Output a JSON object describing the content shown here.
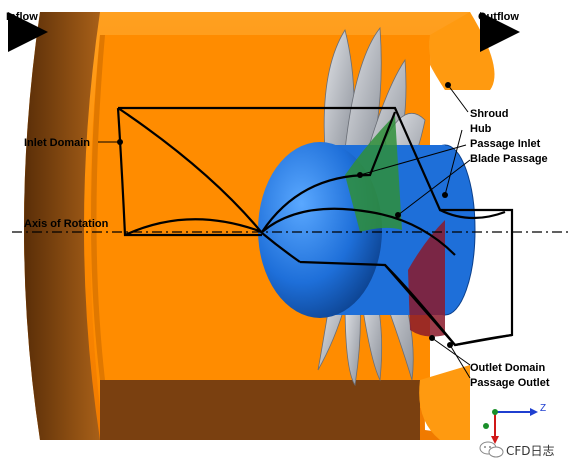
{
  "labels": {
    "inflow": "Inflow",
    "outflow": "Outflow",
    "shroud": "Shroud",
    "hub": "Hub",
    "passage_inlet": "Passage Inlet",
    "blade_passage": "Blade Passage",
    "inlet_domain": "Inlet Domain",
    "axis_of_rotation": "Axis of Rotation",
    "outlet_domain": "Outlet Domain",
    "passage_outlet": "Passage Outlet"
  },
  "triad": {
    "axis_label": "Z"
  },
  "watermark": {
    "text": "CFD日志",
    "icon": "wechat-logo-icon"
  },
  "colors": {
    "shroud_orange": "#ff8c00",
    "shroud_dark": "#8a4c10",
    "hub_blue": "#1e6fd9",
    "blade_gray": "#b8bcc4",
    "passage_inlet_green": "#2f8f3a",
    "passage_outlet_red": "#8b1a2a",
    "outline": "#000000"
  }
}
